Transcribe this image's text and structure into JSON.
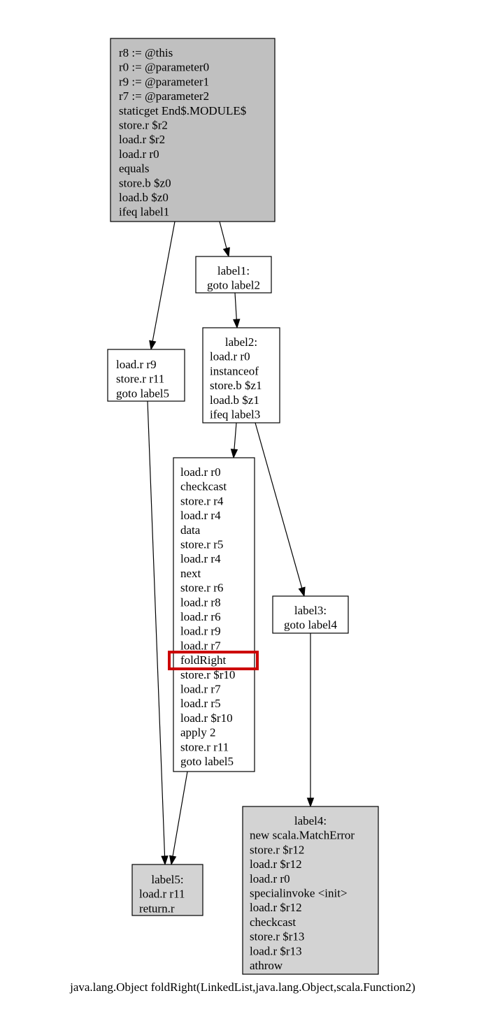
{
  "title": "java.lang.Object foldRight(LinkedList,java.lang.Object,scala.Function2)",
  "highlight_node": "block_main",
  "highlight_line": 13,
  "colors": {
    "entry_fill": "#c0c0c0",
    "exit_fill": "#d3d3d3",
    "plain_fill": "#ffffff",
    "highlight": "#cc0000"
  },
  "nodes": [
    {
      "id": "block_entry",
      "kind": "entry",
      "lines": [
        "r8 := @this",
        "r0 := @parameter0",
        "r9 := @parameter1",
        "r7 := @parameter2",
        "staticget End$.MODULE$",
        "store.r $r2",
        "load.r $r2",
        "load.r r0",
        "equals",
        "store.b $z0",
        "load.b $z0",
        "ifeq label1"
      ]
    },
    {
      "id": "block_label1",
      "kind": "plain",
      "lines": [
        "label1:",
        "goto label2"
      ]
    },
    {
      "id": "block_label2",
      "kind": "plain",
      "lines": [
        "label2:",
        "load.r r0",
        "instanceof",
        "store.b $z1",
        "load.b $z1",
        "ifeq label3"
      ]
    },
    {
      "id": "block_goto5",
      "kind": "plain",
      "lines": [
        "load.r r9",
        "store.r r11",
        "goto label5"
      ]
    },
    {
      "id": "block_main",
      "kind": "plain",
      "lines": [
        "load.r r0",
        "checkcast",
        "store.r r4",
        "load.r r4",
        "data",
        "store.r r5",
        "load.r r4",
        "next",
        "store.r r6",
        "load.r r8",
        "load.r r6",
        "load.r r9",
        "load.r r7",
        "foldRight",
        "store.r $r10",
        "load.r r7",
        "load.r r5",
        "load.r $r10",
        "apply 2",
        "store.r r11",
        "goto label5"
      ]
    },
    {
      "id": "block_label3",
      "kind": "plain",
      "lines": [
        "label3:",
        "goto label4"
      ]
    },
    {
      "id": "block_label5",
      "kind": "exit",
      "lines": [
        "label5:",
        "load.r r11",
        "return.r"
      ]
    },
    {
      "id": "block_label4",
      "kind": "exit",
      "lines": [
        "label4:",
        "new scala.MatchError",
        "store.r $r12",
        "load.r $r12",
        "load.r r0",
        "specialinvoke <init>",
        "load.r $r12",
        "checkcast",
        "store.r $r13",
        "load.r $r13",
        "athrow"
      ]
    }
  ],
  "edges": [
    {
      "from": "block_entry",
      "to": "block_label1"
    },
    {
      "from": "block_entry",
      "to": "block_goto5"
    },
    {
      "from": "block_label1",
      "to": "block_label2"
    },
    {
      "from": "block_label2",
      "to": "block_main"
    },
    {
      "from": "block_label2",
      "to": "block_label3"
    },
    {
      "from": "block_goto5",
      "to": "block_label5"
    },
    {
      "from": "block_main",
      "to": "block_label5"
    },
    {
      "from": "block_label3",
      "to": "block_label4"
    }
  ]
}
